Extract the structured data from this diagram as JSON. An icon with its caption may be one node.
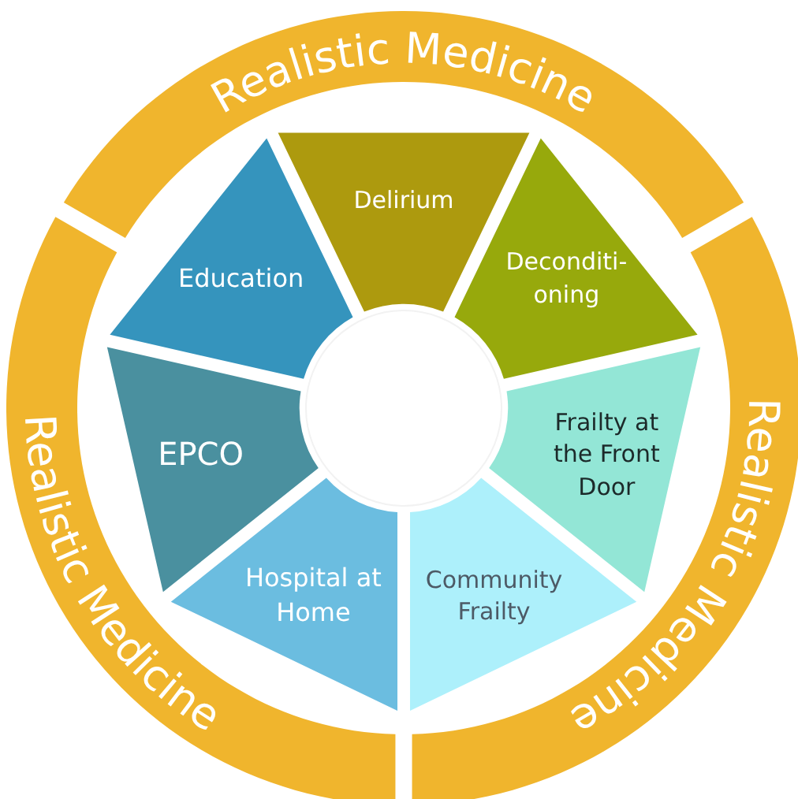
{
  "diagram": {
    "nodes": [
      {
        "text": [
          "Realistic Medicine"
        ]
      },
      {
        "text": [
          "Realistic Medicine"
        ]
      },
      {
        "text": [
          "Realistic Medicine"
        ]
      },
      {
        "text": [
          "Delirium"
        ]
      },
      {
        "text": [
          "Deconditi- oning"
        ]
      },
      {
        "text": [
          "Frailty at the Front Door"
        ]
      },
      {
        "text": [
          "Community Frailty"
        ]
      },
      {
        "text": [
          "Hospital at Home"
        ]
      },
      {
        "text": [
          "EPCO"
        ]
      },
      {
        "text": [
          "Education"
        ]
      },
      {
        "text": [],
        "shape": "circle"
      }
    ]
  }
}
